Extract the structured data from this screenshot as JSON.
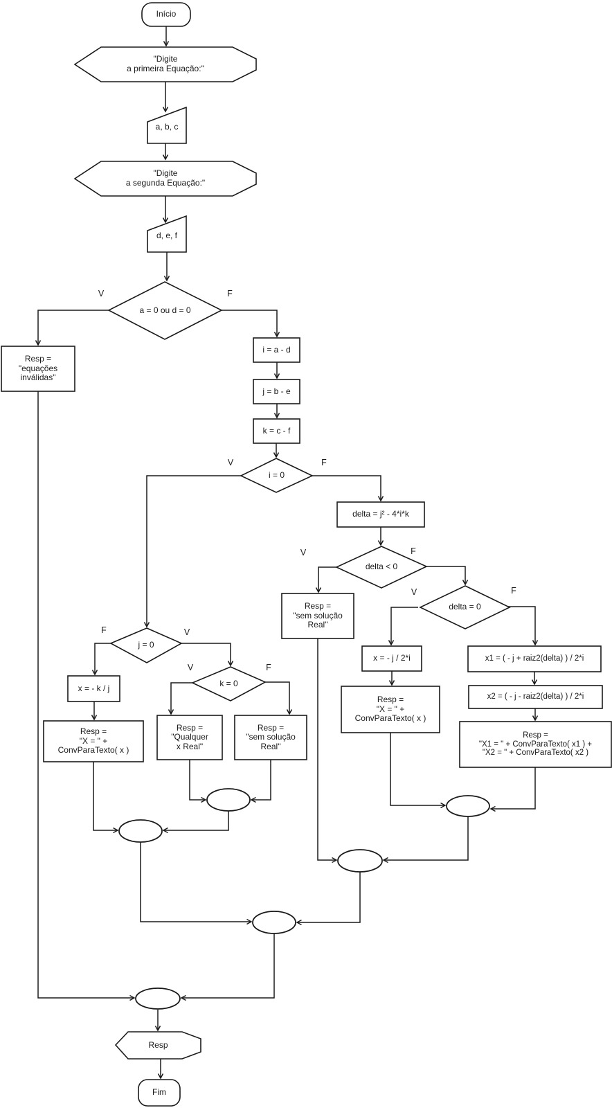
{
  "colors": {
    "background": "#ffffff",
    "stroke": "#1a1a1a",
    "text": "#1a1a1a"
  },
  "nodes": {
    "inicio": {
      "label": "Início"
    },
    "disp_eq1": {
      "lines": [
        "\"Digite",
        "a primeira Equação:\""
      ]
    },
    "input_abc": {
      "label": "a, b, c"
    },
    "disp_eq2": {
      "lines": [
        "\"Digite",
        "a segunda Equação:\""
      ]
    },
    "input_def": {
      "label": "d, e, f"
    },
    "dec_ad": {
      "label": "a = 0 ou d = 0",
      "true_label": "V",
      "false_label": "F"
    },
    "resp_invalidas": {
      "lines": [
        "Resp =",
        "\"equações",
        "inválidas\""
      ]
    },
    "assign_i": {
      "label": "i = a - d"
    },
    "assign_j": {
      "label": "j = b - e"
    },
    "assign_k": {
      "label": "k = c - f"
    },
    "dec_i": {
      "label": "i = 0",
      "true_label": "V",
      "false_label": "F"
    },
    "dec_j": {
      "label": "j = 0",
      "true_label": "V",
      "false_label": "F"
    },
    "assign_xkj": {
      "label": "x = - k / j"
    },
    "resp_x_kj": {
      "lines": [
        "Resp =",
        "\"X = \" +",
        "ConvParaTexto( x )"
      ]
    },
    "dec_k": {
      "label": "k = 0",
      "true_label": "V",
      "false_label": "F"
    },
    "resp_qualquer": {
      "lines": [
        "Resp =",
        "\"Qualquer",
        "x Real\""
      ]
    },
    "resp_sem_sol_1": {
      "lines": [
        "Resp =",
        "\"sem solução",
        "Real\""
      ]
    },
    "assign_delta": {
      "label": "delta = j² - 4*i*k"
    },
    "dec_delta_lt": {
      "label": "delta < 0",
      "true_label": "V",
      "false_label": "F"
    },
    "resp_sem_sol_2": {
      "lines": [
        "Resp =",
        "\"sem solução",
        "Real\""
      ]
    },
    "dec_delta_eq": {
      "label": "delta = 0",
      "true_label": "V",
      "false_label": "F"
    },
    "assign_x2i": {
      "label": "x = - j / 2*i"
    },
    "resp_x_2i": {
      "lines": [
        "Resp =",
        "\"X = \" +",
        "ConvParaTexto( x )"
      ]
    },
    "assign_x1": {
      "label": "x1 = ( - j + raiz2(delta) ) / 2*i"
    },
    "assign_x2": {
      "label": "x2 = ( - j - raiz2(delta) ) / 2*i"
    },
    "resp_x1x2": {
      "lines": [
        "Resp =",
        "\"X1 = \" + ConvParaTexto( x1 ) +",
        "\"X2 = \" + ConvParaTexto( x2 )"
      ]
    },
    "output_resp": {
      "label": "Resp"
    },
    "fim": {
      "label": "Fim"
    }
  }
}
